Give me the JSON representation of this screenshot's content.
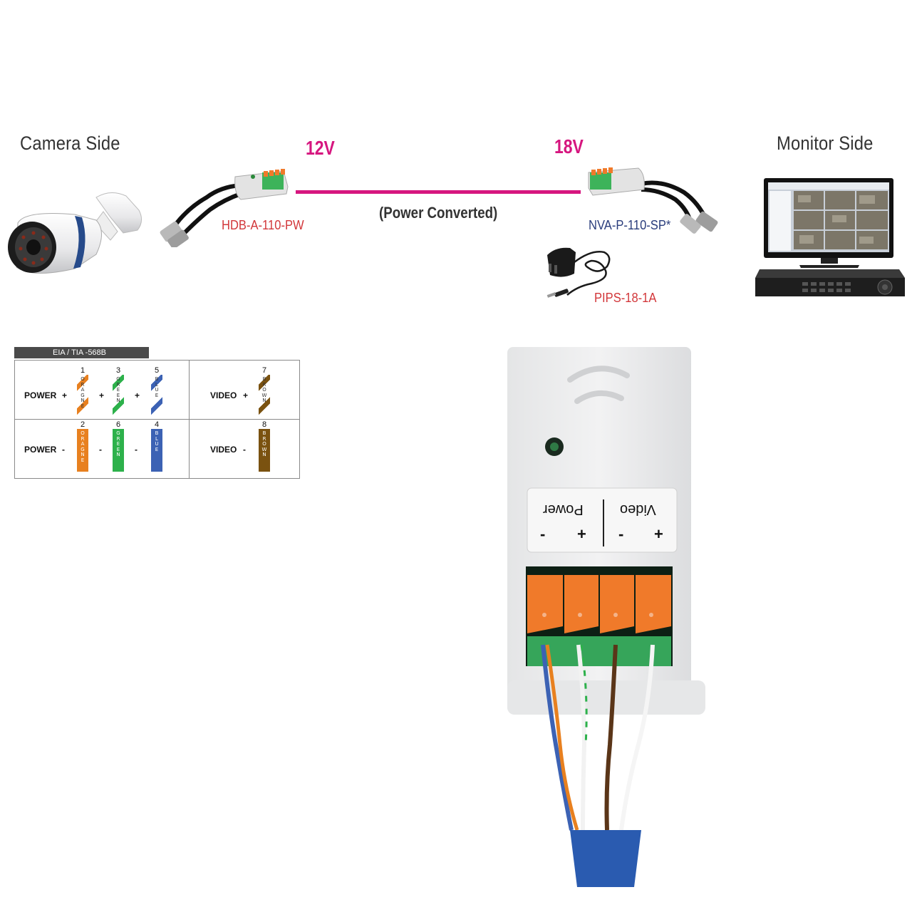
{
  "camera_side": {
    "title": "Camera Side"
  },
  "monitor_side": {
    "title": "Monitor Side"
  },
  "camera_link": {
    "voltage": "12V",
    "model": "HDB-A-110-PW"
  },
  "monitor_link": {
    "voltage": "18V",
    "model": "NVA-P-110-SP*"
  },
  "power_supply": {
    "model": "PIPS-18-1A"
  },
  "line_label": "(Power Converted)",
  "colors": {
    "accent": "#d6167f",
    "camera_model": "#d2373a",
    "monitor_model": "#2a3d7c",
    "orange": "#e8801f",
    "green": "#2db14b",
    "blue": "#3c62b4",
    "brown": "#7a5210"
  },
  "wiring_table": {
    "header": "EIA / TIA   -568B",
    "rows": [
      {
        "label": "POWER",
        "sign": "+",
        "pins": [
          {
            "num": "1",
            "letters": [
              "O",
              "R",
              "A",
              "G",
              "N",
              "E"
            ],
            "color": "orange",
            "striped": true
          },
          {
            "num": "3",
            "letters": [
              "G",
              "R",
              "E",
              "E",
              "N"
            ],
            "color": "green",
            "striped": true
          },
          {
            "num": "5",
            "letters": [
              "B",
              "L",
              "U",
              "E"
            ],
            "color": "blue",
            "striped": true
          }
        ],
        "video_label": "VIDEO",
        "video_sign": "+",
        "video_pin": {
          "num": "7",
          "letters": [
            "B",
            "R",
            "O",
            "W",
            "N"
          ],
          "color": "brown",
          "striped": true
        }
      },
      {
        "label": "POWER",
        "sign": "-",
        "pins": [
          {
            "num": "2",
            "letters": [
              "O",
              "R",
              "A",
              "G",
              "N",
              "E"
            ],
            "color": "orange",
            "striped": false
          },
          {
            "num": "6",
            "letters": [
              "G",
              "R",
              "E",
              "E",
              "N"
            ],
            "color": "green",
            "striped": false
          },
          {
            "num": "4",
            "letters": [
              "B",
              "L",
              "U",
              "E"
            ],
            "color": "blue",
            "striped": false
          }
        ],
        "video_label": "VIDEO",
        "video_sign": "-",
        "video_pin": {
          "num": "8",
          "letters": [
            "B",
            "R",
            "O",
            "W",
            "N"
          ],
          "color": "brown",
          "striped": false
        }
      }
    ]
  },
  "terminal_block": {
    "label_power": "Power",
    "label_video": "Video",
    "signs": [
      "-",
      "+",
      "-",
      "+"
    ]
  }
}
